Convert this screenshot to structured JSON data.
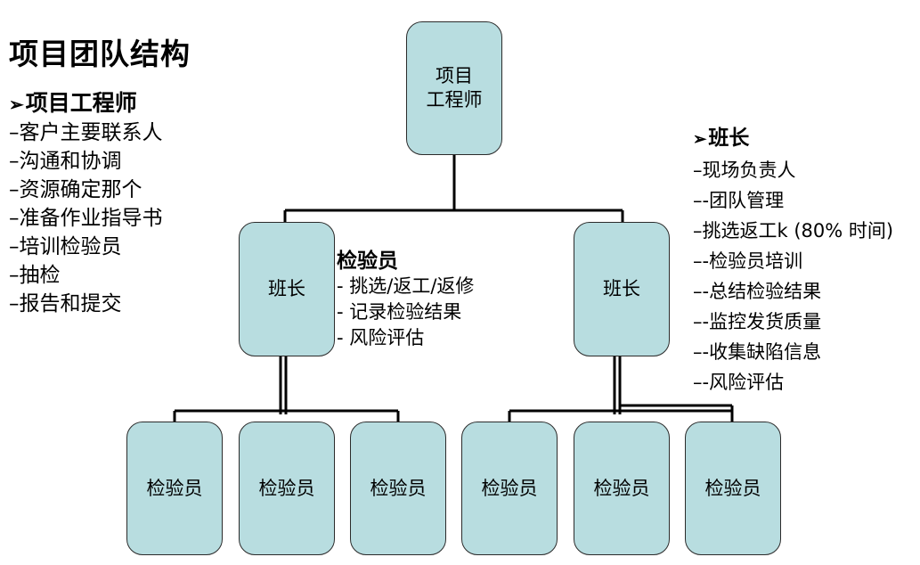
{
  "title": "项目团队结构",
  "left_section": {
    "heading": "项目工程师",
    "items": [
      "–客户主要联系人",
      "–沟通和协调",
      "–资源确定那个",
      "–准备作业指导书",
      "–培训检验员",
      "–抽检",
      "–报告和提交"
    ]
  },
  "right_section": {
    "heading": "班长",
    "items": [
      "–现场负责人",
      "–-团队管理",
      "–挑选返工k (80% 时间)",
      "–-检验员培训",
      "–-总结检验结果",
      "–-监控发货质量",
      "–-收集缺陷信息",
      "–-风险评估"
    ]
  },
  "mid_section": {
    "heading": "检验员",
    "items": [
      "- 挑选/返工/返修",
      "- 记录检验结果",
      "- 风险评估"
    ]
  },
  "org": {
    "top_line1": "项目",
    "top_line2": "工程师",
    "leader_left": "班长",
    "leader_right": "班长",
    "inspectors": [
      "检验员",
      "检验员",
      "检验员",
      "检验员",
      "检验员",
      "检验员"
    ]
  },
  "colors": {
    "box_fill": "#b8dde0",
    "box_border": "#2b2b2b",
    "line": "#000000"
  }
}
